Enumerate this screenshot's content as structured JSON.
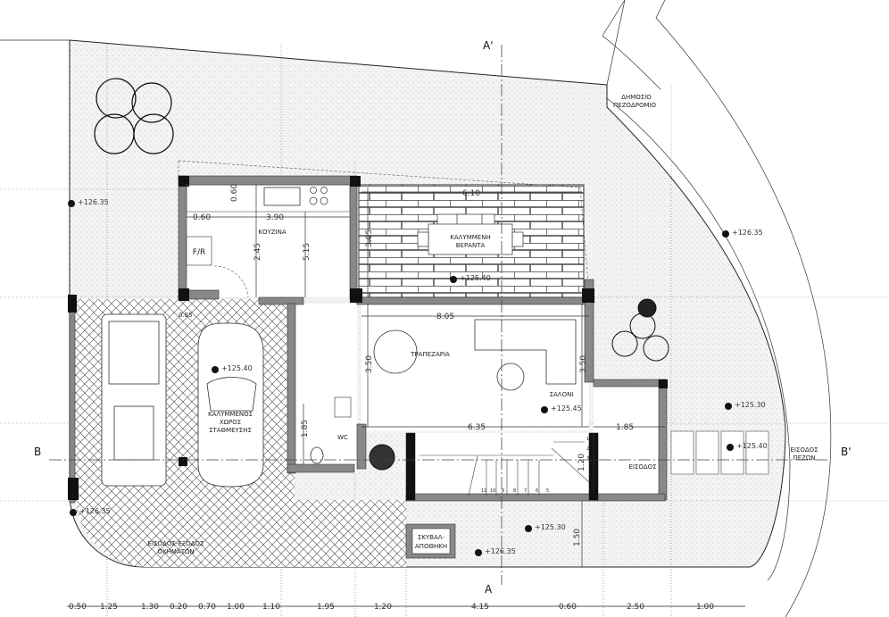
{
  "rooms": {
    "kitchen": "ΚΟΥΖΙΝΑ",
    "fridge": "F/R",
    "veranda_1": "ΚΑΛΥΜΜΕΝΗ",
    "veranda_2": "ΒΕΡΑΝΤΑ",
    "dining": "ΤΡΑΠΕΖΑΡΙΑ",
    "living": "ΣΑΛΟΝΙ",
    "parking_1": "ΚΑΛΥΜΜΕΝΟΣ",
    "parking_2": "ΧΩΡΟΣ",
    "parking_3": "ΣΤΑΘΜΕΥΣΗΣ",
    "wc": "WC",
    "entrance": "ΕΙΣΟΔΟΣ",
    "storage_1": "ΣΚΥΒΑΛ-",
    "storage_2": "ΑΠΟΘΗΚΗ",
    "vehicle_entry_1": "ΕΙΣΟΔΟΣ-ΕΞΟΔΟΣ",
    "vehicle_entry_2": "ΟΧΗΜΑΤΩΝ",
    "pedestrian_entry_1": "ΕΙΣΟΔΟΣ",
    "pedestrian_entry_2": "ΠΕΖΩΝ",
    "sidewalk_1": "ΔΗΜΟΣΙΟ",
    "sidewalk_2": "ΠΕΖΟΔΡΟΜΙΟ"
  },
  "levels": {
    "garden_left": "+126.35",
    "garden_right": "+126.35",
    "corner_left": "+126.35",
    "front_bottom": "+126.35",
    "veranda": "+125.40",
    "parking": "+125.40",
    "living": "+125.45",
    "front_yard": "+125.30",
    "right_yard": "+125.30",
    "pedestrian_path": "+125.40"
  },
  "dimensions": {
    "kitchen_counter_depth": "0.60",
    "kitchen_side": "0.60",
    "kitchen_width": "3.90",
    "kitchen_height": "2.45",
    "kitchen_total": "5.15",
    "veranda_width": "6.10",
    "veranda_depth": "3.05",
    "living_width": "8.05",
    "living_depth_left": "3.50",
    "living_depth_right": "3.50",
    "living_lower_width": "6.35",
    "entrance_width": "1.85",
    "wc_depth": "1.85",
    "stair_gap": "1.20",
    "front_setback": "1.50",
    "parking_top": "0.85",
    "bottom_chain": [
      "0.50",
      "1.25",
      "1.30",
      "0.20",
      "0.70",
      "1.00",
      "1.10",
      "1.95",
      "1.20",
      "4.15",
      "0.60",
      "2.50",
      "1.00"
    ]
  },
  "stairs": {
    "steps_bottom": [
      "11",
      "10",
      "9",
      "8",
      "7",
      "6",
      "5"
    ],
    "steps_side": [
      "1",
      "2",
      "3"
    ]
  },
  "sections": {
    "a_top": "A'",
    "a_bottom": "A",
    "b_left": "B",
    "b_right": "B'"
  },
  "colors": {
    "wall": "#888888",
    "column": "#111111",
    "ground": "#f2f2f2"
  }
}
